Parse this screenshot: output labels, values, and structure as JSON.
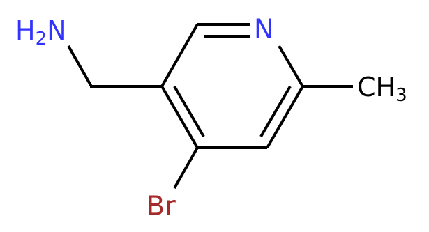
{
  "molecule": {
    "atoms": {
      "amine": {
        "label": "H",
        "subscript": "2",
        "suffix": "N",
        "color": "#3333ff"
      },
      "ring_nitrogen": {
        "label": "N",
        "color": "#3333ff"
      },
      "methyl": {
        "label": "CH",
        "subscript": "3",
        "color": "#000000"
      },
      "bromine": {
        "label": "Br",
        "color": "#a52a2a"
      }
    },
    "bond_color": "#000000",
    "background": "#ffffff"
  }
}
